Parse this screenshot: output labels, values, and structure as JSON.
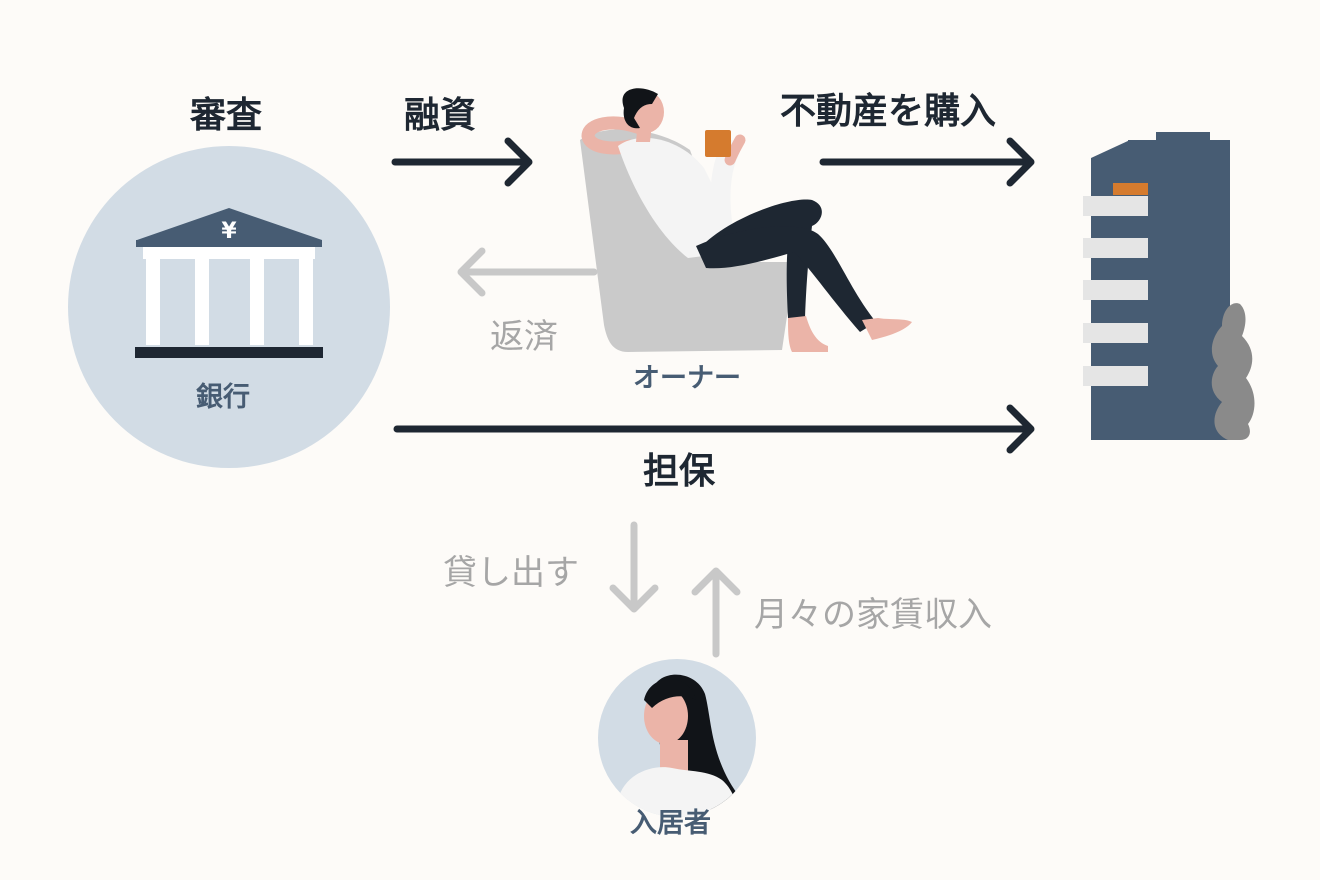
{
  "labels": {
    "review": "審査",
    "financing": "融資",
    "purchase": "不動産を購入",
    "repayment": "返済",
    "owner": "オーナー",
    "bank": "銀行",
    "collateral": "担保",
    "lend_out": "貸し出す",
    "monthly_rent": "月々の家賃収入",
    "tenant": "入居者",
    "yen_symbol": "¥"
  },
  "colors": {
    "background": "#FDFBF8",
    "dark_arrow": "#1E2732",
    "light_arrow": "#C8C8C8",
    "circle": "#D2DCE5",
    "navy": "#475C73",
    "accent_orange": "#D57B2E",
    "skin": "#EBB4A8",
    "chair": "#CACACA"
  }
}
